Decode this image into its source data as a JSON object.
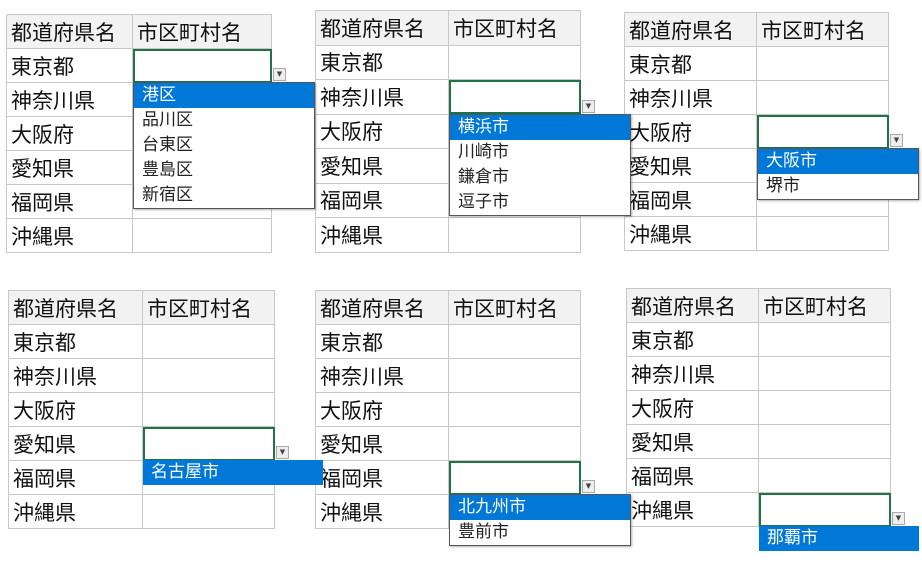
{
  "headers": [
    "都道府県名",
    "市区町村名"
  ],
  "prefectures": [
    "東京都",
    "神奈川県",
    "大阪府",
    "愛知県",
    "福岡県",
    "沖縄県"
  ],
  "panels": [
    {
      "selected_row": 0,
      "options": [
        "港区",
        "品川区",
        "台東区",
        "豊島区",
        "新宿区"
      ],
      "highlighted": 0
    },
    {
      "selected_row": 1,
      "options": [
        "横浜市",
        "川崎市",
        "鎌倉市",
        "逗子市"
      ],
      "highlighted": 0
    },
    {
      "selected_row": 2,
      "options": [
        "大阪市",
        "堺市"
      ],
      "highlighted": 0
    },
    {
      "selected_row": 3,
      "options": [
        "名古屋市"
      ],
      "highlighted": 0
    },
    {
      "selected_row": 4,
      "options": [
        "北九州市",
        "豊前市"
      ],
      "highlighted": 0
    },
    {
      "selected_row": 5,
      "options": [
        "那覇市"
      ],
      "highlighted": 0
    }
  ],
  "colors": {
    "highlight": "#0078d7",
    "cell_border": "#c8c8c8",
    "active_cell": "#217346"
  }
}
